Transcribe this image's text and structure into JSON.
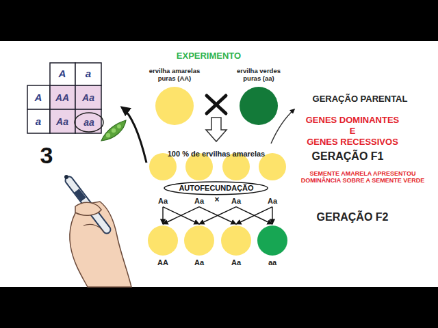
{
  "diagram": {
    "title": "EXPERIMENTO",
    "nodes": [
      {
        "text": [
          "ervilha amarelas puras (AA)"
        ]
      },
      {
        "text": [
          "ervilha verdes puras (aa)"
        ]
      },
      {
        "text": [
          "Aa"
        ]
      },
      {
        "text": [
          "Aa"
        ]
      },
      {
        "text": [
          "Aa"
        ]
      },
      {
        "text": [
          "Aa"
        ]
      },
      {
        "text": [
          "AUTOFECUNDAÇÃO"
        ]
      },
      {
        "text": [
          "AA"
        ]
      },
      {
        "text": [
          "Aa"
        ]
      },
      {
        "text": [
          "Aa"
        ]
      },
      {
        "text": [
          "aa"
        ]
      }
    ],
    "edges": [
      {
        "from": 2,
        "to": 7,
        "arrow": "to"
      },
      {
        "from": 2,
        "to": 8,
        "arrow": "to"
      },
      {
        "from": 3,
        "to": 7,
        "arrow": "to"
      },
      {
        "from": 3,
        "to": 9,
        "arrow": "to"
      },
      {
        "from": 4,
        "to": 8,
        "arrow": "to"
      },
      {
        "from": 4,
        "to": 10,
        "arrow": "to"
      },
      {
        "from": 5,
        "to": 9,
        "arrow": "to"
      },
      {
        "from": 5,
        "to": 10,
        "arrow": "to"
      }
    ],
    "labels": [
      "A",
      "a",
      "A",
      "AA",
      "Aa",
      "a",
      "Aa",
      "aa",
      "3",
      "100 % de ervilhas amarelas",
      "×",
      "GERAÇÃO PARENTAL",
      "GENES DOMINANTES",
      "E",
      "GENES RECESSIVOS",
      "GERAÇÃO F1",
      "SEMENTE AMARELA APRESENTOU DOMINÂNCIA SOBRE A SEMENTE VERDE",
      "GERAÇÃO F2"
    ]
  }
}
